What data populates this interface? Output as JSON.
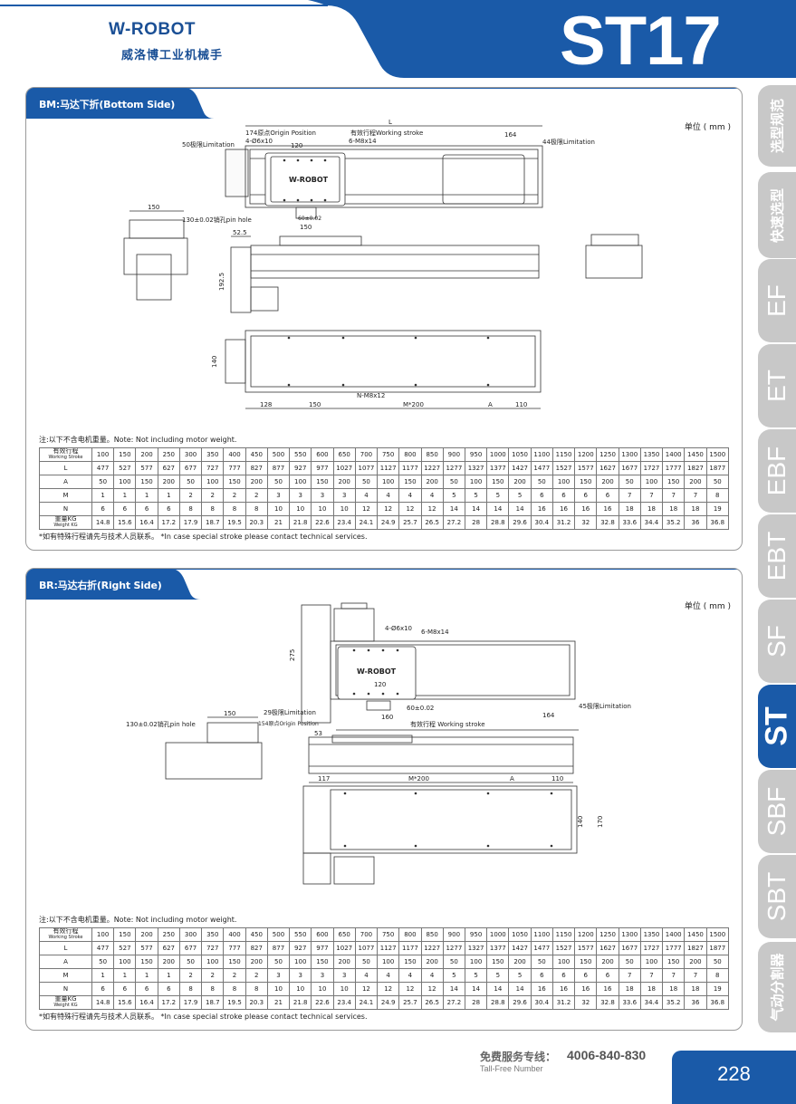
{
  "header": {
    "brand": "W-ROBOT",
    "brand_cn": "威洛博工业机械手",
    "model": "ST17"
  },
  "colors": {
    "primary": "#1a5aa8",
    "tab_inactive": "#c8c8c8"
  },
  "side_tabs": [
    {
      "label": "选型规范",
      "cn": true,
      "active": false
    },
    {
      "label": "快速选型",
      "cn": true,
      "active": false
    },
    {
      "label": "EF",
      "active": false
    },
    {
      "label": "ET",
      "active": false
    },
    {
      "label": "EBF",
      "active": false
    },
    {
      "label": "EBT",
      "active": false
    },
    {
      "label": "SF",
      "active": false
    },
    {
      "label": "ST",
      "active": true
    },
    {
      "label": "SBF",
      "active": false
    },
    {
      "label": "SBT",
      "active": false
    },
    {
      "label": "气动分割器",
      "cn": true,
      "active": false
    }
  ],
  "bm": {
    "title": "BM:马达下折(Bottom Side)",
    "unit": "单位 ( mm )",
    "dims": {
      "L": "L",
      "origin": "174原点Origin Position",
      "hole4": "4-Ø6x10",
      "d120": "120",
      "stroke": "有效行程Working stroke",
      "m8x14": "6-M8x14",
      "d164": "164",
      "lim50": "50极限Limitation",
      "lim44": "44极限Limitation",
      "pin": "130±0.02销孔pin hole",
      "d150a": "150",
      "d60": "60±0.02",
      "d150b": "150",
      "d52": "52.5",
      "d192": "192.5",
      "d140": "140",
      "nm8": "N-M8x12",
      "b128": "128",
      "b150": "150",
      "bM": "M*200",
      "bA": "A",
      "b110": "110",
      "logo": "W-ROBOT"
    },
    "note": "注:以下不含电机重量。Note: Not including motor weight.",
    "footnote": "*如有特殊行程请先与技术人员联系。 *In case special stroke please contact technical services."
  },
  "br": {
    "title": "BR:马达右折(Right Side)",
    "unit": "单位 ( mm )",
    "dims": {
      "d275": "275",
      "hole4": "4-Ø6x10",
      "m8x14": "6-M8x14",
      "d120": "120",
      "lim29": "29极限Limitation",
      "origin": "154原点Origin Position",
      "d60": "60±0.02",
      "d160": "160",
      "stroke": "有效行程 Working stroke",
      "lim45": "45极限Limitation",
      "d164": "164",
      "d150": "150",
      "pin": "130±0.02销孔pin hole",
      "d53": "53",
      "b117": "117",
      "bM": "M*200",
      "bA": "A",
      "b110": "110",
      "d140": "140",
      "d170": "170",
      "logo": "W-ROBOT"
    },
    "note": "注:以下不含电机重量。Note: Not including motor weight.",
    "footnote": "*如有特殊行程请先与技术人员联系。 *In case special stroke please contact technical services."
  },
  "table": {
    "rows": [
      {
        "label_cn": "有效行程",
        "label_en": "Working Stroke",
        "values": [
          "100",
          "150",
          "200",
          "250",
          "300",
          "350",
          "400",
          "450",
          "500",
          "550",
          "600",
          "650",
          "700",
          "750",
          "800",
          "850",
          "900",
          "950",
          "1000",
          "1050",
          "1100",
          "1150",
          "1200",
          "1250",
          "1300",
          "1350",
          "1400",
          "1450",
          "1500"
        ]
      },
      {
        "label_cn": "L",
        "label_en": "",
        "values": [
          "477",
          "527",
          "577",
          "627",
          "677",
          "727",
          "777",
          "827",
          "877",
          "927",
          "977",
          "1027",
          "1077",
          "1127",
          "1177",
          "1227",
          "1277",
          "1327",
          "1377",
          "1427",
          "1477",
          "1527",
          "1577",
          "1627",
          "1677",
          "1727",
          "1777",
          "1827",
          "1877"
        ]
      },
      {
        "label_cn": "A",
        "label_en": "",
        "values": [
          "50",
          "100",
          "150",
          "200",
          "50",
          "100",
          "150",
          "200",
          "50",
          "100",
          "150",
          "200",
          "50",
          "100",
          "150",
          "200",
          "50",
          "100",
          "150",
          "200",
          "50",
          "100",
          "150",
          "200",
          "50",
          "100",
          "150",
          "200",
          "50"
        ]
      },
      {
        "label_cn": "M",
        "label_en": "",
        "values": [
          "1",
          "1",
          "1",
          "1",
          "2",
          "2",
          "2",
          "2",
          "3",
          "3",
          "3",
          "3",
          "4",
          "4",
          "4",
          "4",
          "5",
          "5",
          "5",
          "5",
          "6",
          "6",
          "6",
          "6",
          "7",
          "7",
          "7",
          "7",
          "8"
        ]
      },
      {
        "label_cn": "N",
        "label_en": "",
        "values": [
          "6",
          "6",
          "6",
          "6",
          "8",
          "8",
          "8",
          "8",
          "10",
          "10",
          "10",
          "10",
          "12",
          "12",
          "12",
          "12",
          "14",
          "14",
          "14",
          "14",
          "16",
          "16",
          "16",
          "16",
          "18",
          "18",
          "18",
          "18",
          "19"
        ]
      },
      {
        "label_cn": "重量KG",
        "label_en": "Weight KG",
        "values": [
          "14.8",
          "15.6",
          "16.4",
          "17.2",
          "17.9",
          "18.7",
          "19.5",
          "20.3",
          "21",
          "21.8",
          "22.6",
          "23.4",
          "24.1",
          "24.9",
          "25.7",
          "26.5",
          "27.2",
          "28",
          "28.8",
          "29.6",
          "30.4",
          "31.2",
          "32",
          "32.8",
          "33.6",
          "34.4",
          "35.2",
          "36",
          "36.8"
        ]
      }
    ]
  },
  "footer": {
    "hotline_label": "免费服务专线：",
    "hotline": "4006-840-830",
    "hotline_en": "Tall-Free Number",
    "page": "228"
  }
}
